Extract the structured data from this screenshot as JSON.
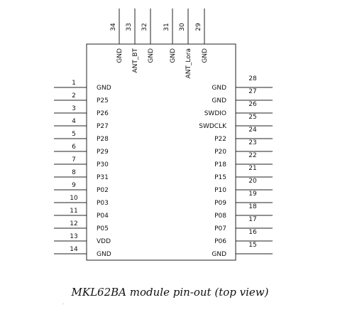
{
  "caption": "MKL62BA module pin-out (top view)",
  "left_pins": [
    {
      "num": "1",
      "label": "GND"
    },
    {
      "num": "2",
      "label": "P25"
    },
    {
      "num": "3",
      "label": "P26"
    },
    {
      "num": "4",
      "label": "P27"
    },
    {
      "num": "5",
      "label": "P28"
    },
    {
      "num": "6",
      "label": "P29"
    },
    {
      "num": "7",
      "label": "P30"
    },
    {
      "num": "8",
      "label": "P31"
    },
    {
      "num": "9",
      "label": "P02"
    },
    {
      "num": "10",
      "label": "P03"
    },
    {
      "num": "11",
      "label": "P04"
    },
    {
      "num": "12",
      "label": "P05"
    },
    {
      "num": "13",
      "label": "VDD"
    },
    {
      "num": "14",
      "label": "GND"
    }
  ],
  "right_pins": [
    {
      "num": "28",
      "label": "GND"
    },
    {
      "num": "27",
      "label": "GND"
    },
    {
      "num": "26",
      "label": "SWDIO"
    },
    {
      "num": "25",
      "label": "SWDCLK"
    },
    {
      "num": "24",
      "label": "P22"
    },
    {
      "num": "23",
      "label": "P20"
    },
    {
      "num": "22",
      "label": "P18"
    },
    {
      "num": "21",
      "label": "P15"
    },
    {
      "num": "20",
      "label": "P10"
    },
    {
      "num": "19",
      "label": "P09"
    },
    {
      "num": "18",
      "label": "P08"
    },
    {
      "num": "17",
      "label": "P07"
    },
    {
      "num": "16",
      "label": "P06"
    },
    {
      "num": "15",
      "label": "GND"
    }
  ],
  "top_pins": [
    {
      "num": "34",
      "label": "GND"
    },
    {
      "num": "33",
      "label": "ANT_BT"
    },
    {
      "num": "32",
      "label": "GND"
    },
    {
      "num": "31",
      "label": "GND"
    },
    {
      "num": "30",
      "label": "ANT_Lora"
    },
    {
      "num": "29",
      "label": "GND"
    }
  ]
}
